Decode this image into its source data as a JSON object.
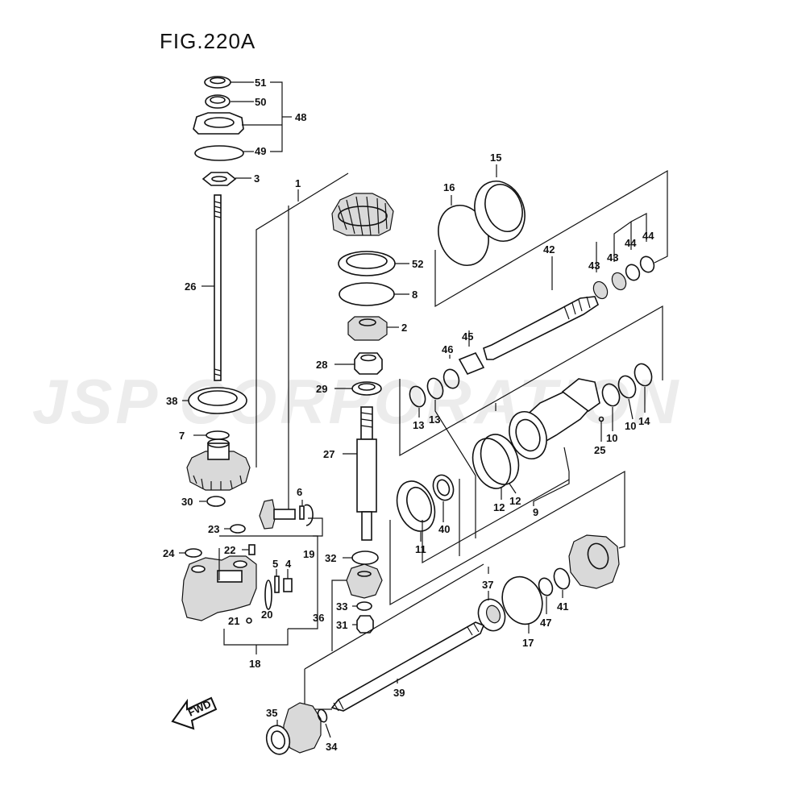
{
  "figure": {
    "title": "FIG.220A",
    "watermark": "JSP CORPORATION",
    "fwd_label": "FWD"
  },
  "callouts": [
    {
      "id": "c51",
      "text": "51"
    },
    {
      "id": "c50",
      "text": "50"
    },
    {
      "id": "c48",
      "text": "48"
    },
    {
      "id": "c49",
      "text": "49"
    },
    {
      "id": "c3",
      "text": "3"
    },
    {
      "id": "c1",
      "text": "1"
    },
    {
      "id": "c26",
      "text": "26"
    },
    {
      "id": "c52",
      "text": "52"
    },
    {
      "id": "c8",
      "text": "8"
    },
    {
      "id": "c2",
      "text": "2"
    },
    {
      "id": "c28",
      "text": "28"
    },
    {
      "id": "c29",
      "text": "29"
    },
    {
      "id": "c38",
      "text": "38"
    },
    {
      "id": "c7",
      "text": "7"
    },
    {
      "id": "c27",
      "text": "27"
    },
    {
      "id": "c30",
      "text": "30"
    },
    {
      "id": "c6",
      "text": "6"
    },
    {
      "id": "c23",
      "text": "23"
    },
    {
      "id": "c19",
      "text": "19"
    },
    {
      "id": "c22",
      "text": "22"
    },
    {
      "id": "c24",
      "text": "24"
    },
    {
      "id": "c5",
      "text": "5"
    },
    {
      "id": "c4",
      "text": "4"
    },
    {
      "id": "c32",
      "text": "32"
    },
    {
      "id": "c20",
      "text": "20"
    },
    {
      "id": "c21",
      "text": "21"
    },
    {
      "id": "c33",
      "text": "33"
    },
    {
      "id": "c36",
      "text": "36"
    },
    {
      "id": "c31",
      "text": "31"
    },
    {
      "id": "c18",
      "text": "18"
    },
    {
      "id": "c15",
      "text": "15"
    },
    {
      "id": "c16",
      "text": "16"
    },
    {
      "id": "c42",
      "text": "42"
    },
    {
      "id": "c44a",
      "text": "44"
    },
    {
      "id": "c44b",
      "text": "44"
    },
    {
      "id": "c43a",
      "text": "43"
    },
    {
      "id": "c43b",
      "text": "43"
    },
    {
      "id": "c45",
      "text": "45"
    },
    {
      "id": "c46",
      "text": "46"
    },
    {
      "id": "c13a",
      "text": "13"
    },
    {
      "id": "c13b",
      "text": "13"
    },
    {
      "id": "c25",
      "text": "25"
    },
    {
      "id": "c10a",
      "text": "10"
    },
    {
      "id": "c10b",
      "text": "10"
    },
    {
      "id": "c14",
      "text": "14"
    },
    {
      "id": "c12a",
      "text": "12"
    },
    {
      "id": "c12b",
      "text": "12"
    },
    {
      "id": "c9",
      "text": "9"
    },
    {
      "id": "c40",
      "text": "40"
    },
    {
      "id": "c11",
      "text": "11"
    },
    {
      "id": "c37",
      "text": "37"
    },
    {
      "id": "c47",
      "text": "47"
    },
    {
      "id": "c41",
      "text": "41"
    },
    {
      "id": "c17",
      "text": "17"
    },
    {
      "id": "c39",
      "text": "39"
    },
    {
      "id": "c35",
      "text": "35"
    },
    {
      "id": "c34",
      "text": "34"
    }
  ]
}
